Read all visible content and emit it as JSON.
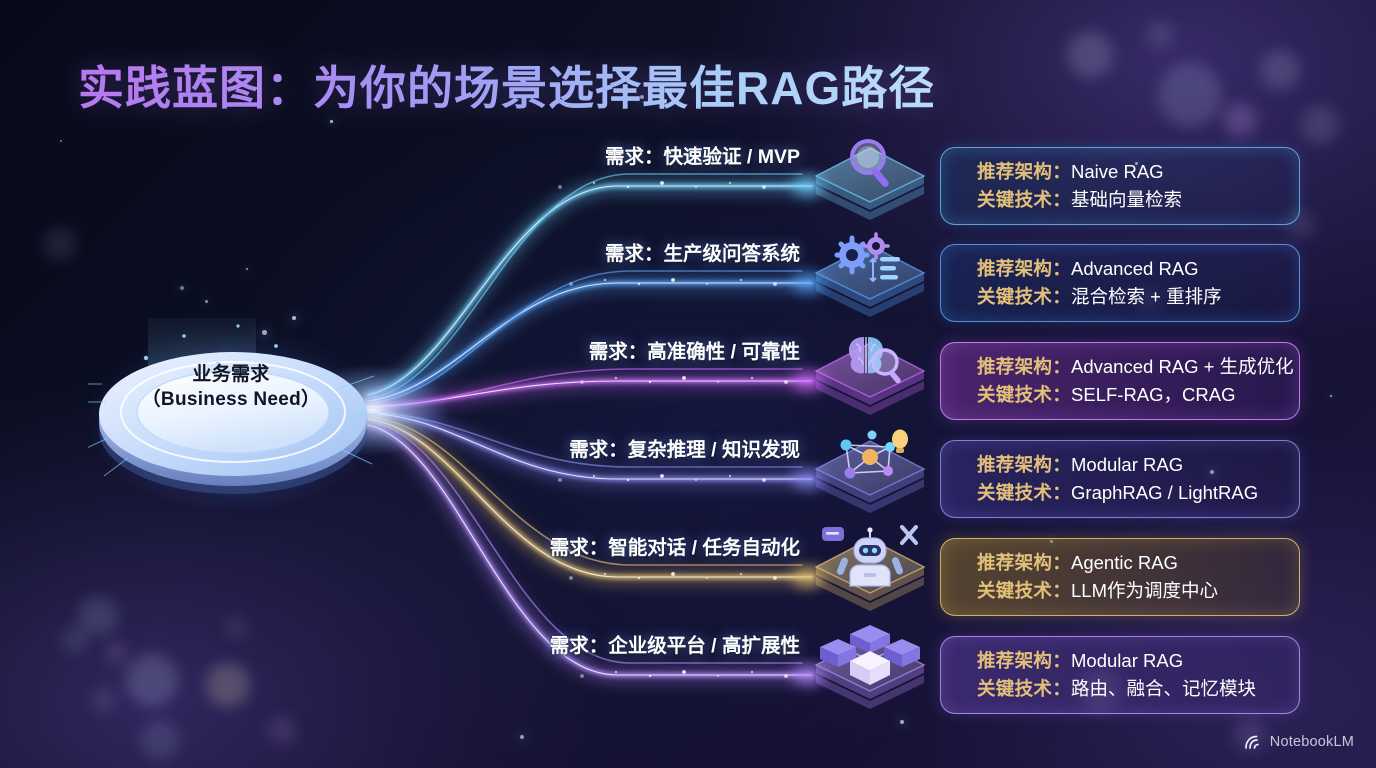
{
  "title": "实践蓝图：为你的场景选择最佳RAG路径",
  "hub": {
    "line1": "业务需求",
    "line2": "（Business Need）"
  },
  "labels": {
    "arch_key": "推荐架构：",
    "tech_key": "关键技术："
  },
  "rows": [
    {
      "need": "需求：快速验证 / MVP",
      "architecture": "Naive RAG",
      "technique": "基础向量检索",
      "icon": "magnifier-slab-icon",
      "accent": "#6fd4ff",
      "theme": "c-cyan"
    },
    {
      "need": "需求：生产级问答系统",
      "architecture": "Advanced RAG",
      "technique": "混合检索 + 重排序",
      "icon": "gears-list-slab-icon",
      "accent": "#5aa8ff",
      "theme": "c-blue"
    },
    {
      "need": "需求：高准确性 / 可靠性",
      "architecture": "Advanced RAG + 生成优化",
      "technique": "SELF-RAG，CRAG",
      "icon": "brain-magnifier-slab-icon",
      "accent": "#d06cff",
      "theme": "c-magenta"
    },
    {
      "need": "需求：复杂推理 / 知识发现",
      "architecture": "Modular RAG",
      "technique": "GraphRAG / LightRAG",
      "icon": "knowledge-graph-slab-icon",
      "accent": "#8b8cf5",
      "theme": "c-indigo"
    },
    {
      "need": "需求：智能对话 / 任务自动化",
      "architecture": "Agentic RAG",
      "technique": "LLM作为调度中心",
      "icon": "robot-slab-icon",
      "accent": "#e8c46e",
      "theme": "c-gold"
    },
    {
      "need": "需求：企业级平台 / 高扩展性",
      "architecture": "Modular RAG",
      "technique": "路由、融合、记忆模块",
      "icon": "server-cluster-slab-icon",
      "accent": "#b68bff",
      "theme": "c-violet"
    }
  ],
  "watermark": "NotebookLM",
  "colors": {
    "label_gold": "#e3c07a",
    "value_white": "#ffffff",
    "background": "#0a0c1e"
  }
}
